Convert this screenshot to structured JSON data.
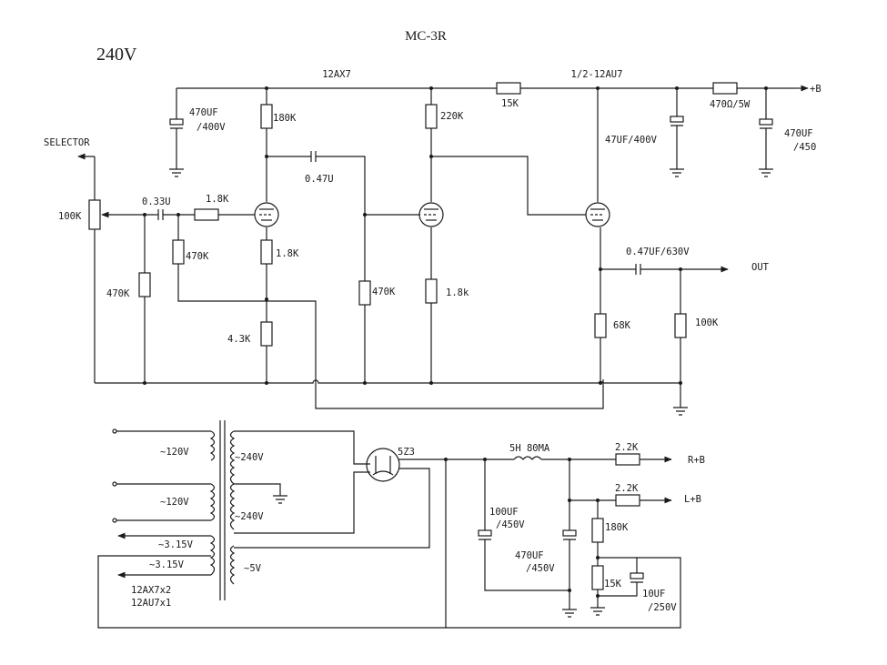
{
  "title": "MC-3R",
  "voltage": "240V",
  "labels": {
    "tube_12ax7": "12AX7",
    "tube_12au7": "1/2-12AU7",
    "selector": "SELECTOR",
    "pot_100k": "100K",
    "cap_033u": "0.33U",
    "r_18k_grid": "1.8K",
    "r_470k_gnd": "470K",
    "r_470k_grid": "470K",
    "r_180k": "180K",
    "r_18k_cath": "1.8K",
    "r_43k": "4.3K",
    "cap_047u": "0.47U",
    "r_470k_2": "470K",
    "r_220k": "220K",
    "r_18k_2": "1.8k",
    "cap_470uf_400v_a": "470UF",
    "cap_470uf_400v_b": "/400V",
    "r_15k_top": "15K",
    "cap_47uf_400v": "47UF/400V",
    "r_470ohm": "470Ω/5W",
    "cap_470uf_450_a": "470UF",
    "cap_470uf_450_b": "/450",
    "plus_b": "+B",
    "cap_out": "0.47UF/630V",
    "out": "OUT",
    "r_68k": "68K",
    "r_100k_out": "100K",
    "sec_120v_1": "~120V",
    "sec_120v_2": "~120V",
    "sec_315v_1": "~3.15V",
    "sec_315v_2": "~3.15V",
    "tubes_1": "12AX7x2",
    "tubes_2": "12AU7x1",
    "pri_240v_1": "~240V",
    "pri_240v_2": "~240V",
    "sec_5v": "~5V",
    "rect_5z3": "5Z3",
    "choke": "5H 80MA",
    "r_22k_1": "2.2K",
    "r_plus_b": "R+B",
    "r_22k_2": "2.2K",
    "l_plus_b": "L+B",
    "r_180k_ps": "180K",
    "r_15k_ps": "15K",
    "cap_100uf_a": "100UF",
    "cap_100uf_b": "/450V",
    "cap_470uf_ps_a": "470UF",
    "cap_470uf_ps_b": "/450V",
    "cap_10uf_a": "10UF",
    "cap_10uf_b": "/250V"
  }
}
